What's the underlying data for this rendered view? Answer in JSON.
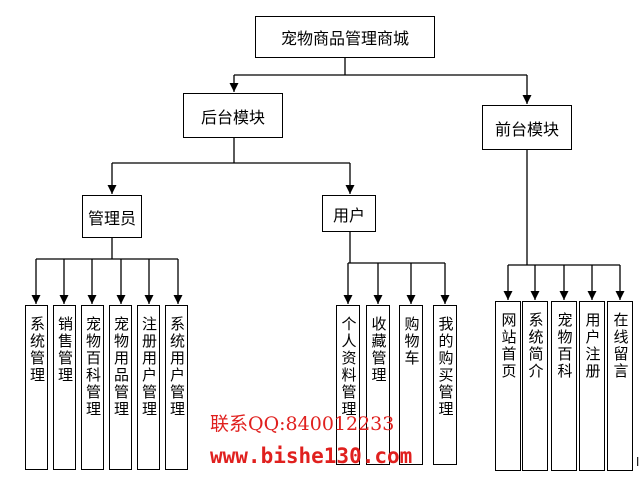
{
  "root": {
    "label": "宠物商品管理商城"
  },
  "backend": {
    "label": "后台模块",
    "admin": {
      "label": "管理员",
      "children": [
        "系统管理",
        "销售管理",
        "宠物百科管理",
        "宠物用品管理",
        "注册用户管理",
        "系统用户管理"
      ]
    },
    "user": {
      "label": "用户",
      "children": [
        "个人资料管理",
        "收藏管理",
        "购物车",
        "我的购买管理"
      ]
    }
  },
  "frontend": {
    "label": "前台模块",
    "children": [
      "网站首页",
      "系统简介",
      "宠物百科",
      "用户注册",
      "在线留言"
    ]
  },
  "watermark": {
    "contact": "联系QQ:840012233",
    "website": "www.bishe130.com"
  },
  "edge_mark": "ا"
}
